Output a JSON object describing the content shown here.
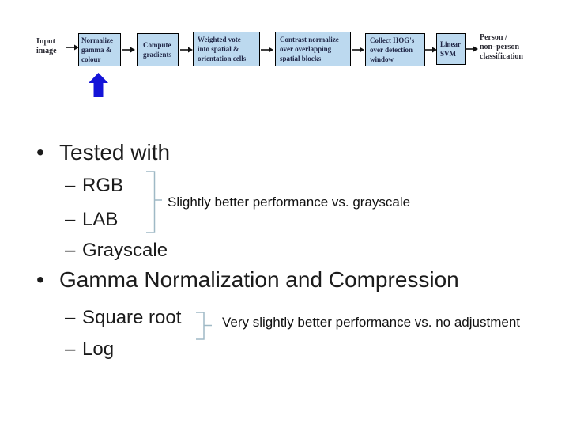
{
  "pipeline": {
    "input_label": {
      "lines": [
        "Input",
        "image"
      ]
    },
    "boxes": [
      {
        "lines": [
          "Normalize",
          "gamma &",
          "colour"
        ]
      },
      {
        "lines": [
          "Compute",
          "gradients"
        ]
      },
      {
        "lines": [
          "Weighted vote",
          "into spatial &",
          "orientation cells"
        ]
      },
      {
        "lines": [
          "Contrast normalize",
          "over overlapping",
          "spatial blocks"
        ]
      },
      {
        "lines": [
          "Collect HOG's",
          "over detection",
          "window"
        ]
      },
      {
        "lines": [
          "Linear",
          "SVM"
        ]
      }
    ],
    "output_label": {
      "lines": [
        "Person /",
        "non–person",
        "classification"
      ]
    },
    "colors": {
      "box_fill": "#bcd9ef",
      "box_border": "#000000",
      "box_text": "#1f2545",
      "flow_arrow": "#111111",
      "highlight_arrow": "#1414d8"
    }
  },
  "content": {
    "bullet_glyph": "•",
    "dash_glyph": "–",
    "bullet1": {
      "label": "Tested with",
      "sub1": "RGB",
      "sub2": "LAB",
      "sub3": "Grayscale",
      "annotation": "Slightly better performance vs. grayscale"
    },
    "bullet2": {
      "label": "Gamma Normalization and Compression",
      "sub1": "Square root",
      "sub2": "Log",
      "annotation": "Very slightly better performance vs. no adjustment"
    },
    "brace_color": "#9fb9c6"
  }
}
